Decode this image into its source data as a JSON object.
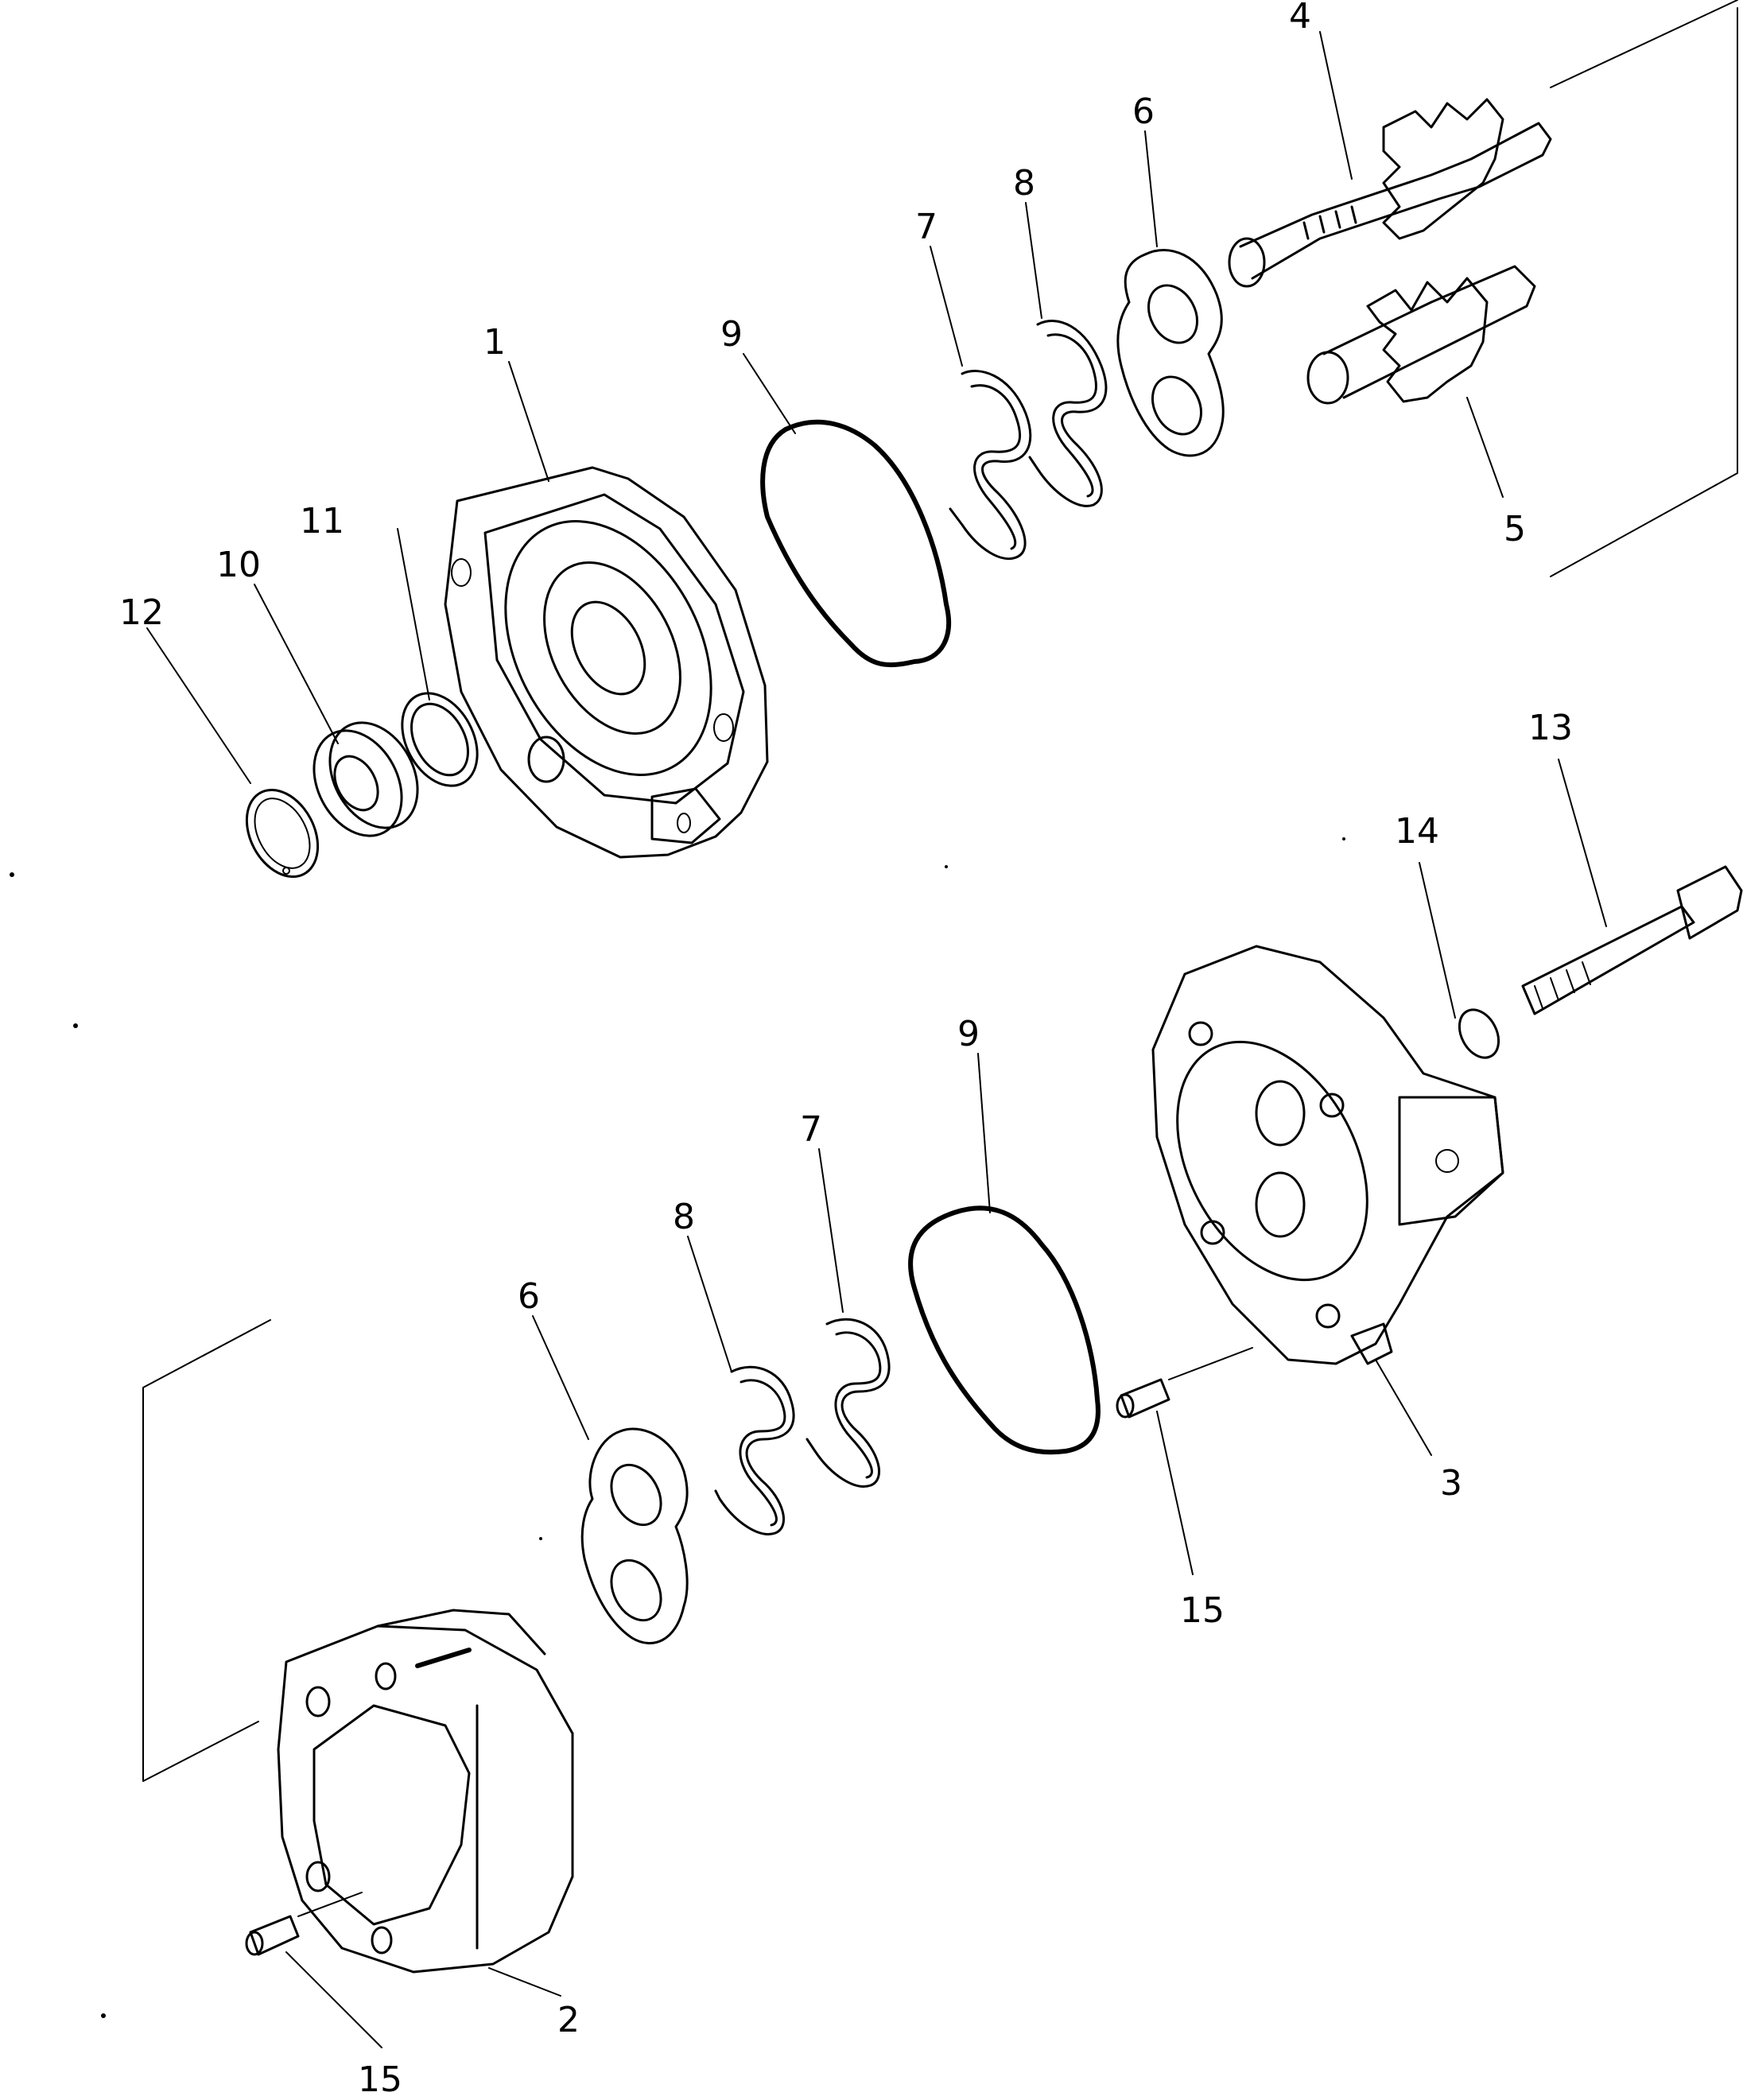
{
  "callouts": [
    {
      "id": "c1",
      "text": "1"
    },
    {
      "id": "c2",
      "text": "2"
    },
    {
      "id": "c3",
      "text": "3"
    },
    {
      "id": "c4",
      "text": "4"
    },
    {
      "id": "c5",
      "text": "5"
    },
    {
      "id": "c6a",
      "text": "6"
    },
    {
      "id": "c6b",
      "text": "6"
    },
    {
      "id": "c7a",
      "text": "7"
    },
    {
      "id": "c7b",
      "text": "7"
    },
    {
      "id": "c8a",
      "text": "8"
    },
    {
      "id": "c8b",
      "text": "8"
    },
    {
      "id": "c9a",
      "text": "9"
    },
    {
      "id": "c9b",
      "text": "9"
    },
    {
      "id": "c10",
      "text": "10"
    },
    {
      "id": "c11",
      "text": "11"
    },
    {
      "id": "c12",
      "text": "12"
    },
    {
      "id": "c13",
      "text": "13"
    },
    {
      "id": "c14",
      "text": "14"
    },
    {
      "id": "c15a",
      "text": "15"
    },
    {
      "id": "c15b",
      "text": "15"
    }
  ]
}
